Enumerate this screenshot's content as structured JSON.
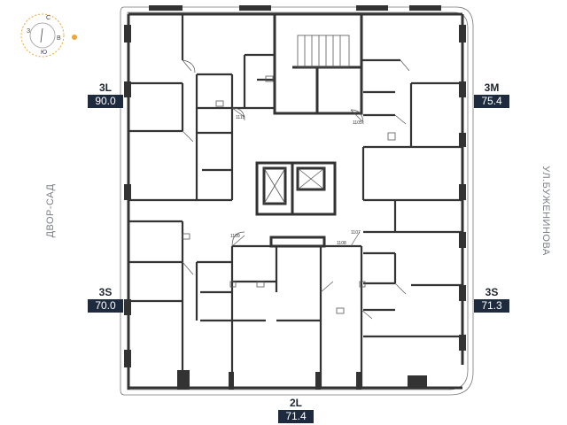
{
  "compass": {
    "north": "С",
    "east": "В",
    "south": "Ю",
    "west": "З",
    "sun_color": "#f2a33a"
  },
  "streets": {
    "left": "ДВОР-САД",
    "right": "УЛ.БУЖЕНИНОВА"
  },
  "units": [
    {
      "code": "3L",
      "area": "90.0"
    },
    {
      "code": "3M",
      "area": "75.4"
    },
    {
      "code": "3S",
      "area": "70.0"
    },
    {
      "code": "3S",
      "area": "71.3"
    },
    {
      "code": "2L",
      "area": "71.4"
    }
  ],
  "door_labels": [
    "1110",
    "1105",
    "1109",
    "1107",
    "1108"
  ],
  "colors": {
    "wall": "#333333",
    "badge_bg": "#1e2a3e",
    "thin_line": "#777777"
  }
}
